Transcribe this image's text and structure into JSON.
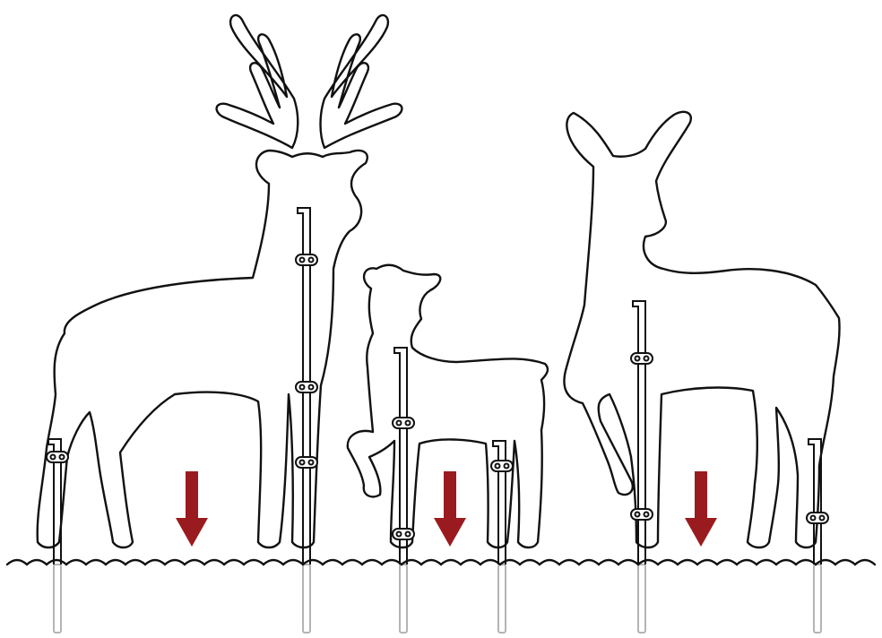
{
  "figures": [
    {
      "name": "buck"
    },
    {
      "name": "fawn"
    },
    {
      "name": "doe"
    }
  ],
  "stakes_count": 6,
  "arrows": {
    "count": 3,
    "direction": "down",
    "color": "#9a1b1f"
  },
  "colors": {
    "outline": "#111111",
    "stake_below_ground": "#b4b4b4",
    "background": "#ffffff"
  }
}
